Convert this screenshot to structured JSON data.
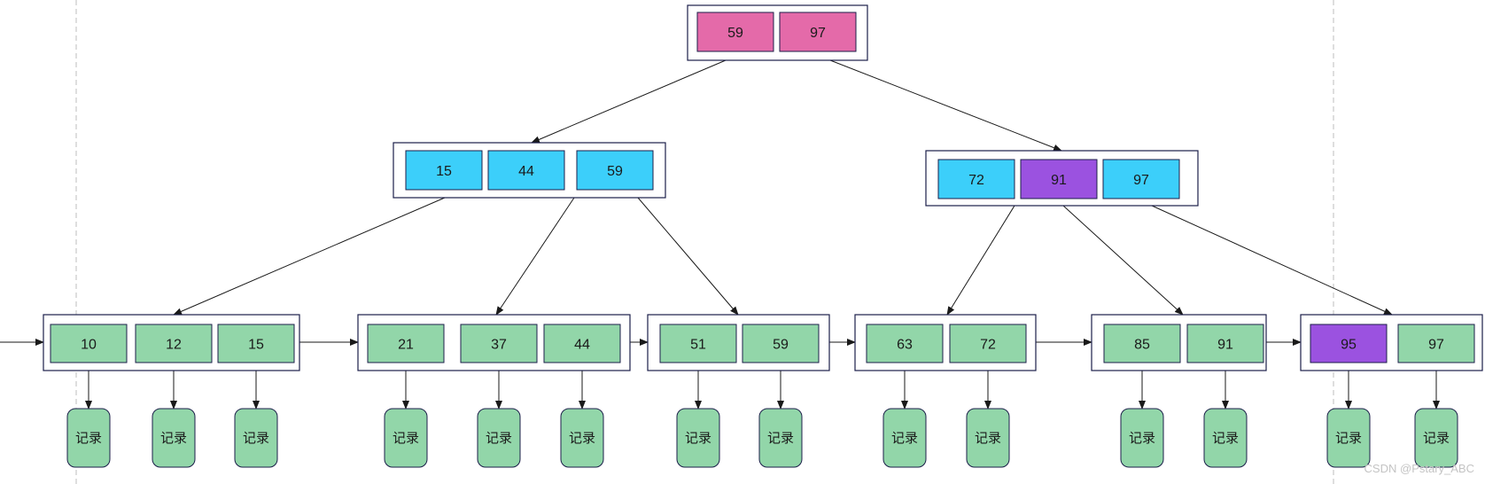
{
  "colors": {
    "root_key": "#e46aa9",
    "internal_key": "#3ccffa",
    "leaf_key": "#92d6a9",
    "highlight_key": "#9b52e0",
    "record": "#92d6a9",
    "node_border": "#1c1f4a",
    "edge": "#1a1a1a",
    "guide": "#c8c8c8"
  },
  "root": {
    "keys": [
      {
        "value": "59",
        "color": "root_key"
      },
      {
        "value": "97",
        "color": "root_key"
      }
    ]
  },
  "internal": [
    {
      "keys": [
        {
          "value": "15",
          "color": "internal_key"
        },
        {
          "value": "44",
          "color": "internal_key"
        },
        {
          "value": "59",
          "color": "internal_key"
        }
      ]
    },
    {
      "keys": [
        {
          "value": "72",
          "color": "internal_key"
        },
        {
          "value": "91",
          "color": "highlight_key"
        },
        {
          "value": "97",
          "color": "internal_key"
        }
      ]
    }
  ],
  "leaves": [
    {
      "keys": [
        {
          "value": "10",
          "color": "leaf_key"
        },
        {
          "value": "12",
          "color": "leaf_key"
        },
        {
          "value": "15",
          "color": "leaf_key"
        }
      ]
    },
    {
      "keys": [
        {
          "value": "21",
          "color": "leaf_key"
        },
        {
          "value": "37",
          "color": "leaf_key"
        },
        {
          "value": "44",
          "color": "leaf_key"
        }
      ]
    },
    {
      "keys": [
        {
          "value": "51",
          "color": "leaf_key"
        },
        {
          "value": "59",
          "color": "leaf_key"
        }
      ]
    },
    {
      "keys": [
        {
          "value": "63",
          "color": "leaf_key"
        },
        {
          "value": "72",
          "color": "leaf_key"
        }
      ]
    },
    {
      "keys": [
        {
          "value": "85",
          "color": "leaf_key"
        },
        {
          "value": "91",
          "color": "leaf_key"
        }
      ]
    },
    {
      "keys": [
        {
          "value": "95",
          "color": "highlight_key"
        },
        {
          "value": "97",
          "color": "leaf_key"
        }
      ]
    }
  ],
  "record_label": "记录",
  "watermark": "CSDN @Pstary_ABC"
}
